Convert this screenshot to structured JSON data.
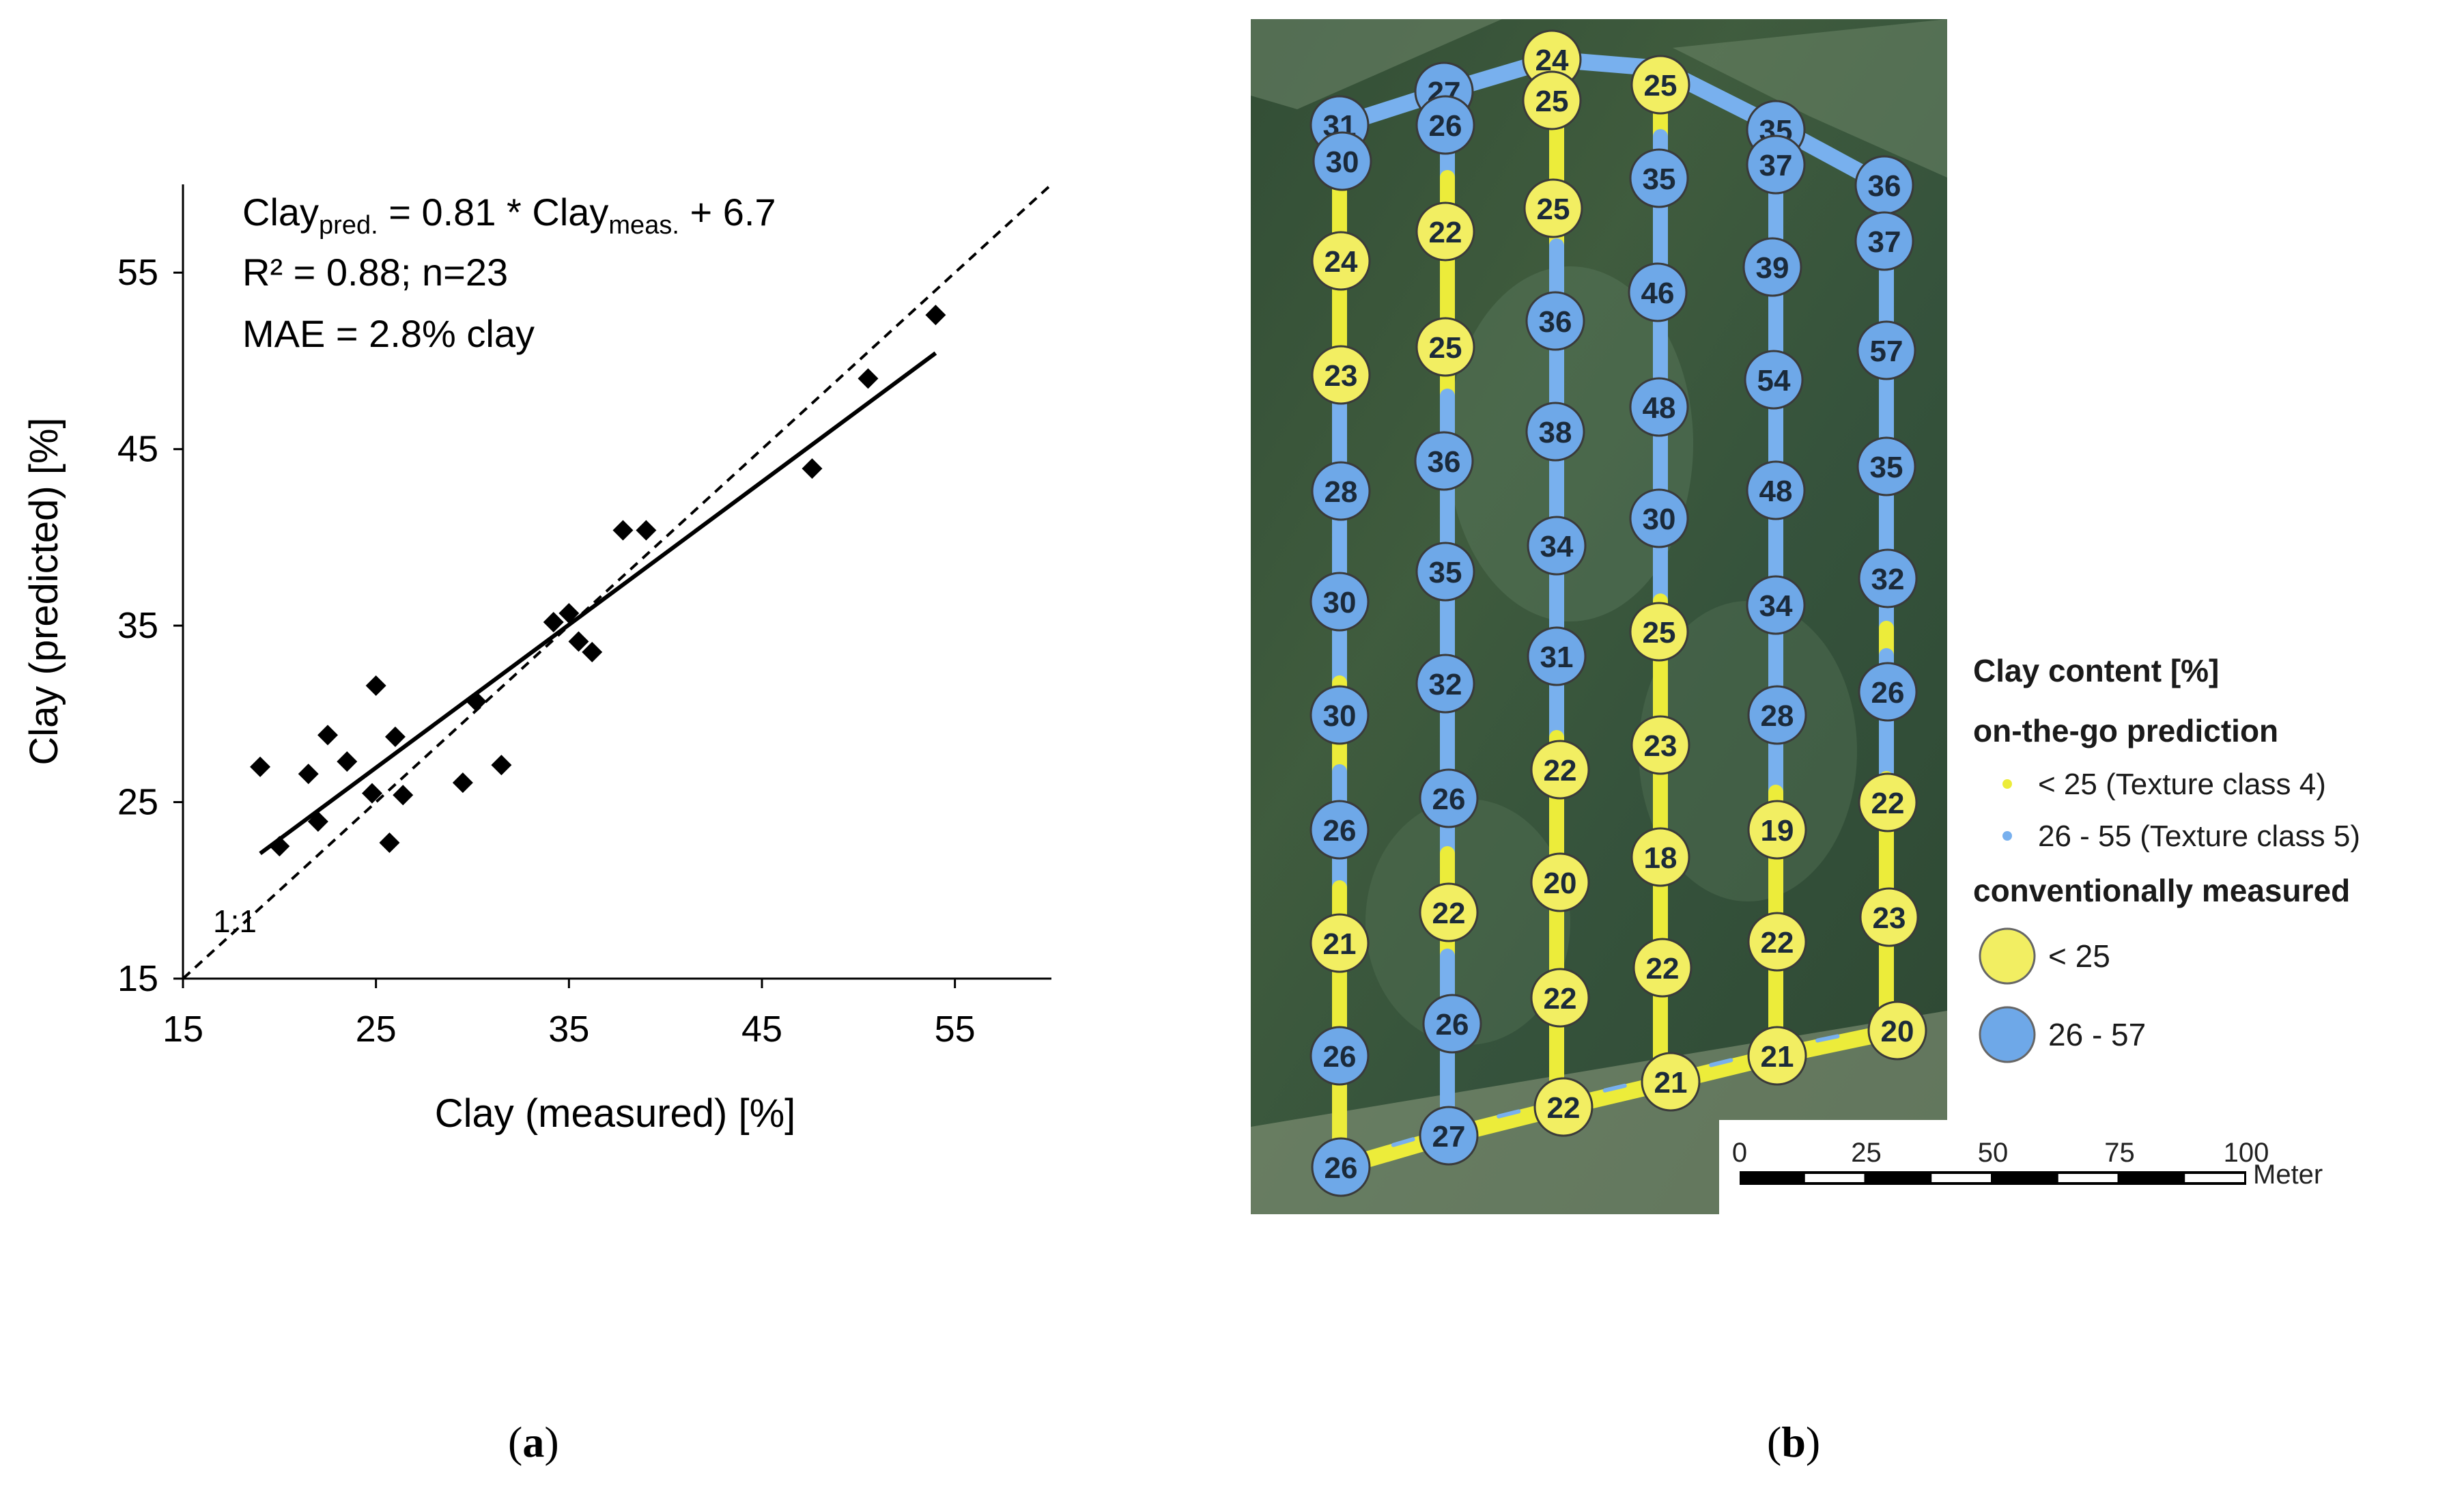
{
  "chart_data": [
    {
      "type": "scatter",
      "xlabel": "Clay (measured)  [%]",
      "ylabel": "Clay (predicted)  [%]",
      "xlim": [
        15,
        60
      ],
      "ylim": [
        15,
        60
      ],
      "xticks": [
        15,
        25,
        35,
        45,
        55
      ],
      "yticks": [
        15,
        25,
        35,
        45,
        55
      ],
      "grid": false,
      "marker": "diamond",
      "points": [
        {
          "x": 19.0,
          "y": 27.0
        },
        {
          "x": 20.0,
          "y": 22.5
        },
        {
          "x": 21.5,
          "y": 26.6
        },
        {
          "x": 22.0,
          "y": 23.9
        },
        {
          "x": 22.5,
          "y": 28.8
        },
        {
          "x": 23.5,
          "y": 27.3
        },
        {
          "x": 24.8,
          "y": 25.5
        },
        {
          "x": 25.0,
          "y": 31.6
        },
        {
          "x": 25.7,
          "y": 22.7
        },
        {
          "x": 26.0,
          "y": 28.7
        },
        {
          "x": 26.4,
          "y": 25.4
        },
        {
          "x": 29.5,
          "y": 26.1
        },
        {
          "x": 30.2,
          "y": 30.7
        },
        {
          "x": 31.5,
          "y": 27.1
        },
        {
          "x": 34.2,
          "y": 35.2
        },
        {
          "x": 35.0,
          "y": 35.7
        },
        {
          "x": 35.5,
          "y": 34.1
        },
        {
          "x": 36.2,
          "y": 33.5
        },
        {
          "x": 37.8,
          "y": 40.4
        },
        {
          "x": 39.0,
          "y": 40.4
        },
        {
          "x": 47.6,
          "y": 43.9
        },
        {
          "x": 50.5,
          "y": 49.0
        },
        {
          "x": 54.0,
          "y": 52.6
        }
      ],
      "regression": {
        "slope": 0.81,
        "intercept": 6.7,
        "x_range": [
          19.0,
          54.0
        ]
      },
      "identity_line": {
        "label": "1:1",
        "x_range": [
          15,
          60
        ]
      },
      "annotations": {
        "eq_prefix": "Clay",
        "eq_sub_pred": "pred.",
        "eq_mid": " = 0.81 * Clay",
        "eq_sub_meas": "meas.",
        "eq_suffix": " +  6.7",
        "r2_line": "R² = 0.88; n=23",
        "mae_line": "MAE = 2.8% clay"
      }
    },
    {
      "type": "map",
      "legend": {
        "title": "Clay content [%]",
        "prediction_heading": "on-the-go prediction",
        "prediction_low": "< 25 (Texture class 4)",
        "prediction_high": "26 - 55 (Texture class 5)",
        "measured_heading": "conventionally measured",
        "measured_low": "< 25",
        "measured_high": "26 - 57"
      },
      "scale_bar": {
        "ticks": [
          "0",
          "25",
          "50",
          "75",
          "100"
        ],
        "unit": "Meter"
      },
      "colors": {
        "low": "#f2ee62",
        "high": "#6ea8e8",
        "track_low": "#ecec3a",
        "track_high": "#78b0ee"
      },
      "samples": [
        {
          "v": 24,
          "x": 2273,
          "y": 87
        },
        {
          "v": 25,
          "x": 2273,
          "y": 147
        },
        {
          "v": 27,
          "x": 2115,
          "y": 134
        },
        {
          "v": 26,
          "x": 2117,
          "y": 183
        },
        {
          "v": 25,
          "x": 2432,
          "y": 124
        },
        {
          "v": 31,
          "x": 1962,
          "y": 183
        },
        {
          "v": 30,
          "x": 1966,
          "y": 236
        },
        {
          "v": 35,
          "x": 2601,
          "y": 190
        },
        {
          "v": 37,
          "x": 2601,
          "y": 241
        },
        {
          "v": 36,
          "x": 2760,
          "y": 271
        },
        {
          "v": 35,
          "x": 2430,
          "y": 261
        },
        {
          "v": 25,
          "x": 2275,
          "y": 305
        },
        {
          "v": 22,
          "x": 2117,
          "y": 339
        },
        {
          "v": 37,
          "x": 2760,
          "y": 353
        },
        {
          "v": 24,
          "x": 1964,
          "y": 382
        },
        {
          "v": 39,
          "x": 2596,
          "y": 391
        },
        {
          "v": 46,
          "x": 2428,
          "y": 428
        },
        {
          "v": 36,
          "x": 2278,
          "y": 470
        },
        {
          "v": 25,
          "x": 2117,
          "y": 508
        },
        {
          "v": 57,
          "x": 2763,
          "y": 513
        },
        {
          "v": 23,
          "x": 1964,
          "y": 549
        },
        {
          "v": 54,
          "x": 2598,
          "y": 556
        },
        {
          "v": 48,
          "x": 2430,
          "y": 596
        },
        {
          "v": 38,
          "x": 2278,
          "y": 632
        },
        {
          "v": 36,
          "x": 2115,
          "y": 675
        },
        {
          "v": 35,
          "x": 2763,
          "y": 683
        },
        {
          "v": 28,
          "x": 1964,
          "y": 719
        },
        {
          "v": 48,
          "x": 2601,
          "y": 718
        },
        {
          "v": 30,
          "x": 2430,
          "y": 759
        },
        {
          "v": 34,
          "x": 2280,
          "y": 799
        },
        {
          "v": 35,
          "x": 2117,
          "y": 837
        },
        {
          "v": 32,
          "x": 2765,
          "y": 847
        },
        {
          "v": 30,
          "x": 1962,
          "y": 881
        },
        {
          "v": 34,
          "x": 2601,
          "y": 886
        },
        {
          "v": 25,
          "x": 2430,
          "y": 925
        },
        {
          "v": 31,
          "x": 2280,
          "y": 961
        },
        {
          "v": 32,
          "x": 2117,
          "y": 1001
        },
        {
          "v": 26,
          "x": 2765,
          "y": 1013
        },
        {
          "v": 30,
          "x": 1962,
          "y": 1047
        },
        {
          "v": 28,
          "x": 2603,
          "y": 1047
        },
        {
          "v": 23,
          "x": 2432,
          "y": 1091
        },
        {
          "v": 22,
          "x": 2285,
          "y": 1127
        },
        {
          "v": 26,
          "x": 2122,
          "y": 1169
        },
        {
          "v": 22,
          "x": 2765,
          "y": 1175
        },
        {
          "v": 26,
          "x": 1962,
          "y": 1215
        },
        {
          "v": 19,
          "x": 2603,
          "y": 1215
        },
        {
          "v": 18,
          "x": 2432,
          "y": 1255
        },
        {
          "v": 20,
          "x": 2285,
          "y": 1292
        },
        {
          "v": 22,
          "x": 2122,
          "y": 1336
        },
        {
          "v": 23,
          "x": 2767,
          "y": 1343
        },
        {
          "v": 21,
          "x": 1962,
          "y": 1381
        },
        {
          "v": 22,
          "x": 2603,
          "y": 1379
        },
        {
          "v": 22,
          "x": 2435,
          "y": 1417
        },
        {
          "v": 22,
          "x": 2285,
          "y": 1461
        },
        {
          "v": 26,
          "x": 2127,
          "y": 1499
        },
        {
          "v": 20,
          "x": 2779,
          "y": 1509
        },
        {
          "v": 26,
          "x": 1962,
          "y": 1546
        },
        {
          "v": 21,
          "x": 2603,
          "y": 1546
        },
        {
          "v": 21,
          "x": 2447,
          "y": 1584
        },
        {
          "v": 22,
          "x": 2290,
          "y": 1621
        },
        {
          "v": 27,
          "x": 2122,
          "y": 1663
        },
        {
          "v": 26,
          "x": 1964,
          "y": 1709
        }
      ]
    }
  ],
  "captions": {
    "a": "a",
    "b": "b"
  }
}
